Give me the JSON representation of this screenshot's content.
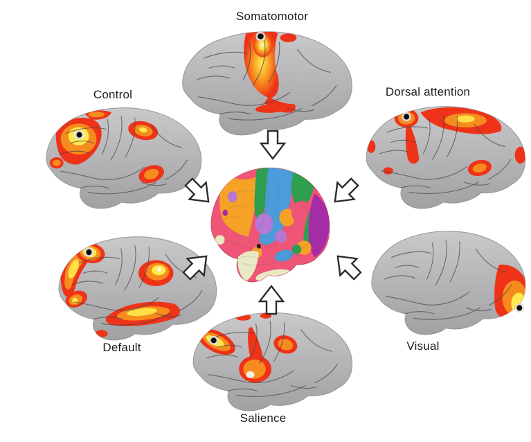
{
  "figure": {
    "type": "brain-network-figure",
    "description": "Six seed-based functional connectivity maps converging on a central cortical parcellation",
    "networks": [
      {
        "label": "Somatomotor",
        "position": "top"
      },
      {
        "label": "Control",
        "position": "upper-left"
      },
      {
        "label": "Dorsal attention",
        "position": "upper-right"
      },
      {
        "label": "Default",
        "position": "lower-left"
      },
      {
        "label": "Visual",
        "position": "lower-right"
      },
      {
        "label": "Salience",
        "position": "bottom"
      }
    ],
    "seed_marker": "black-dot-with-light-ring",
    "arrows": {
      "count": 6,
      "style": "hollow-outline-block",
      "direction": "inward-toward-center"
    },
    "colors": {
      "background": "#ffffff",
      "cortex_gray": "#b3b3b5",
      "sulci_line": "#46464a",
      "activation_red": "#ee3318",
      "activation_orange": "#f78c1e",
      "activation_yellow": "#ffe84d",
      "center_default_pink": "#ee5576",
      "center_control_orange": "#f5a227",
      "center_somatomotor_blue": "#4b9cd8",
      "center_dorsal_attention_green": "#2f9e4e",
      "center_salience_violet": "#b678d4",
      "center_visual_magenta": "#a62ca6",
      "center_limbic_cream": "#e9e9c4",
      "label_text": "#1c1c1c"
    }
  }
}
